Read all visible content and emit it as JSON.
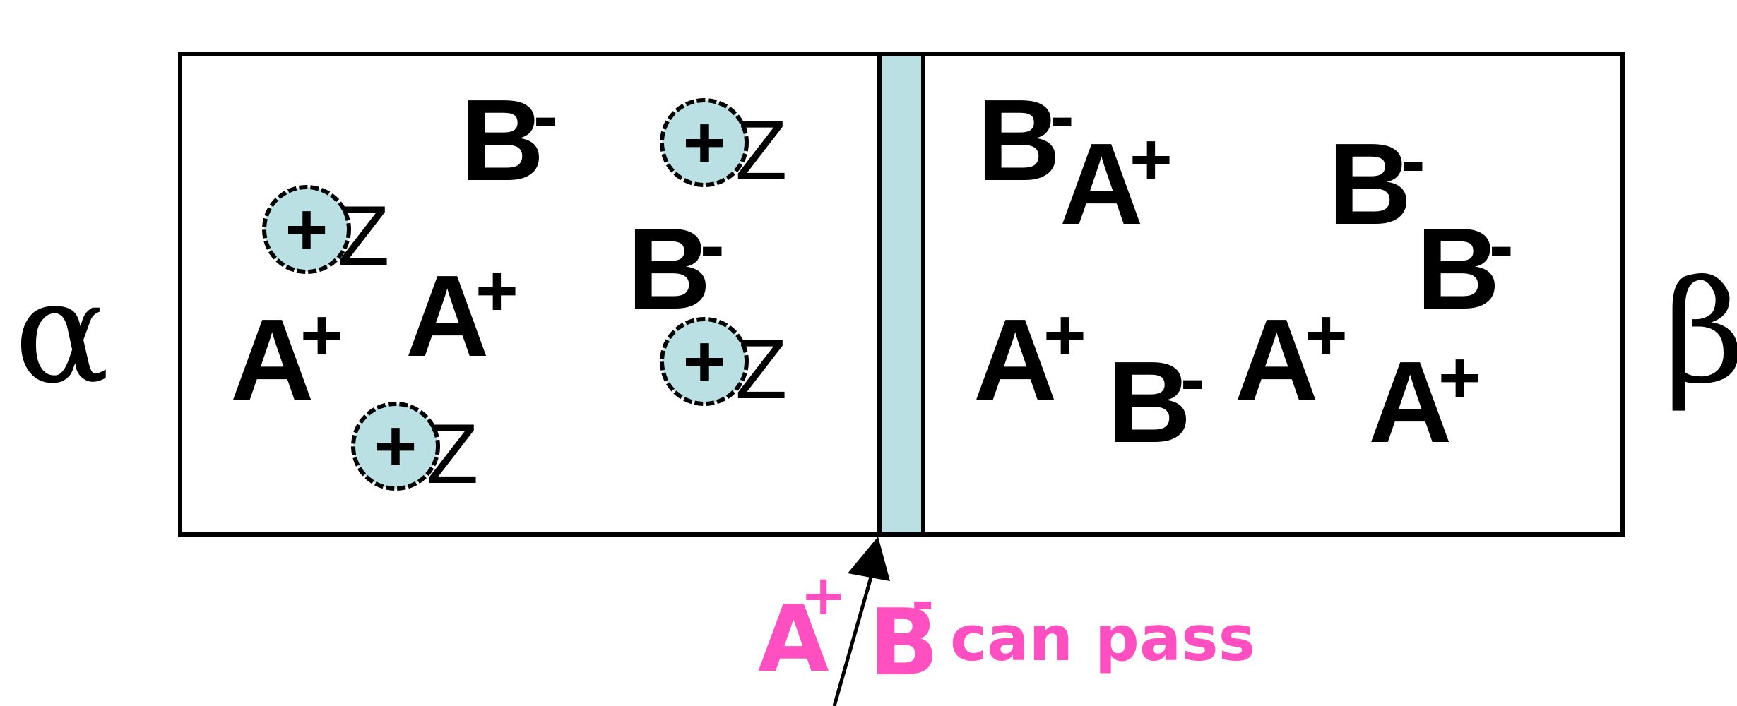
{
  "phases": {
    "left": "α",
    "right": "β"
  },
  "ions": {
    "cation": "A",
    "cation_charge": "+",
    "anion": "B",
    "anion_charge": "-"
  },
  "macro_ion": {
    "charge": "+",
    "symbol": "Z"
  },
  "annotation": {
    "cation": "A",
    "cation_charge": "+",
    "anion": "B",
    "anion_charge": "-",
    "text": "can pass"
  },
  "colors": {
    "outline": "#000000",
    "membrane_fill": "#bbe0e3",
    "macro_ion_fill": "#bbe0e3",
    "annotation": "#ff4fc1"
  }
}
